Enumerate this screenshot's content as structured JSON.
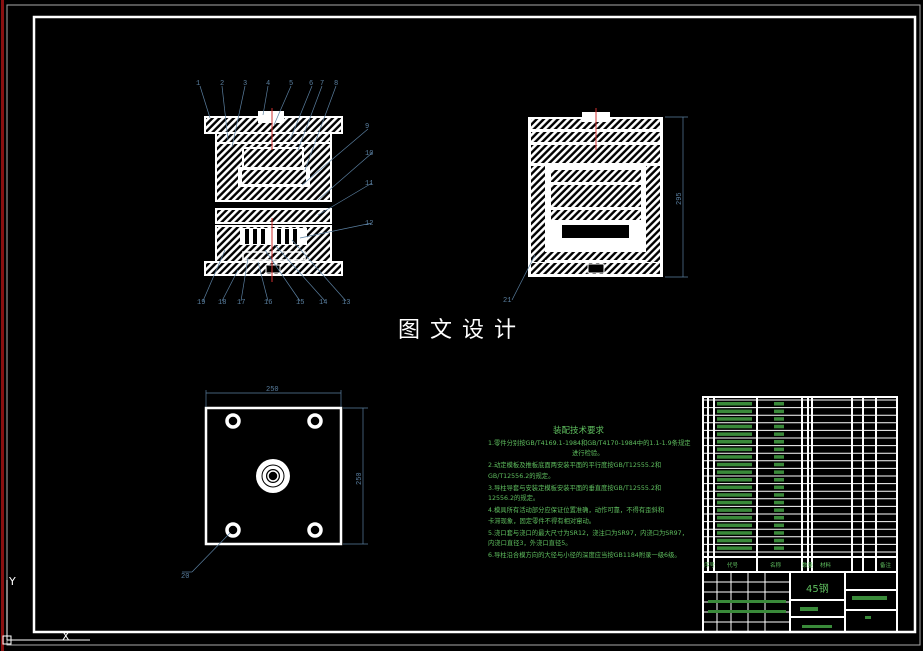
{
  "drawing": {
    "watermark_title": "图文设计",
    "front_view_labels": [
      "1",
      "2",
      "3",
      "4",
      "5",
      "6",
      "7",
      "8",
      "9",
      "10",
      "11",
      "12",
      "13",
      "14",
      "15",
      "16",
      "17",
      "18",
      "19"
    ],
    "side_view_label": "21",
    "side_view_dimension": "295",
    "plan_view_label": "20",
    "plan_view_width": "250",
    "plan_view_height": "250"
  },
  "requirements": {
    "title": "装配技术要求",
    "lines": [
      "1.零件分别按GB/T4169.1-1984和GB/T4170-1984中的1.1-1.9条规定",
      "进行检验。",
      "2.动定模板及推板底面两安装平面的平行度按GB/T12555.2和",
      "GB/T12556.2的规定。",
      "3.导柱导套与安装定模板安装平面的垂直度按GB/T12555.2和",
      "12556.2的规定。",
      "4.模具所有活动部分应保证位置准确，动作可靠，不得有歪斜和",
      "卡滞现象，固定零件不得有相对窜动。",
      "5.浇口套与浇口的最大尺寸为SR12，浇注口为SR97，内浇口为SR97，",
      "内浇口直径3，外浇口直径5。",
      "6.导柱沿合模方向的大径与小径的深度应当按GB1184附录一级6级。"
    ]
  },
  "title_block": {
    "headers": [
      "序号",
      "代号",
      "名称",
      "数量",
      "材料",
      "备注"
    ],
    "material": "45钢",
    "bom_row_count_note": ""
  },
  "ucs": {
    "y_axis": "Y",
    "x_axis": "X"
  },
  "colors": {
    "frame": "#ffffff",
    "text": "#5fbf5f",
    "dim": "#5a7fa0",
    "center": "#d03030"
  }
}
